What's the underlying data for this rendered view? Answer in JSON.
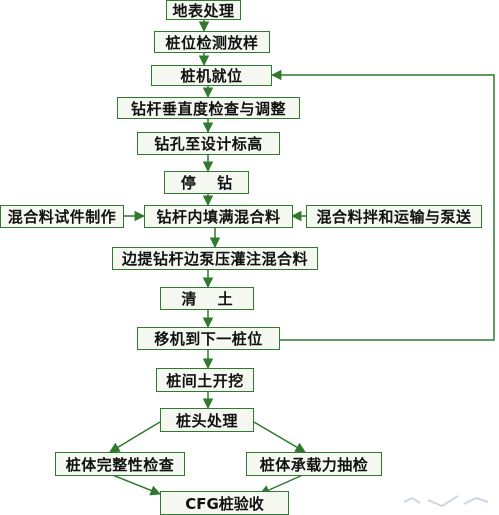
{
  "flowchart": {
    "steps": [
      "地表处理",
      "桩位检测放样",
      "桩机就位",
      "钻杆垂直度检查与调整",
      "钻孔至设计标高",
      "停 钻",
      "钻杆内填满混合料",
      "边提钻杆边泵压灌注混合料",
      "清 土",
      "移机到下一桩位",
      "桩间土开挖",
      "桩头处理",
      "CFG桩验收"
    ],
    "side_left": "混合料试件制作",
    "side_right": "混合料拌和运输与泵送",
    "check_left": "桩体完整性检查",
    "check_right": "桩体承载力抽检"
  },
  "colors": {
    "box_border": "#2f7a2f",
    "box_fill": "#f4f8f1",
    "line": "#2f7a2f",
    "text": "#111111"
  }
}
